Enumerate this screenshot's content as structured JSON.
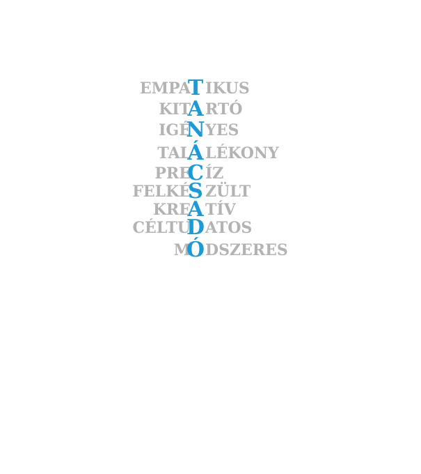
{
  "acrostic": {
    "rows": [
      {
        "pre": "EMPA",
        "key": "T",
        "post": "IKUS"
      },
      {
        "pre": "KIT",
        "key": "A",
        "post": "RTÓ"
      },
      {
        "pre": "IGÉ",
        "key": "N",
        "post": "YES"
      },
      {
        "pre": "TAL",
        "key": "Á",
        "post": "LÉKONY"
      },
      {
        "pre": "PRE",
        "key": "C",
        "post": "ÍZ"
      },
      {
        "pre": "FELKÉ",
        "key": "S",
        "post": "ZÜLT"
      },
      {
        "pre": "KRE",
        "key": "A",
        "post": "TÍV"
      },
      {
        "pre": "CÉLTU",
        "key": "D",
        "post": "ATOS"
      },
      {
        "pre": "M",
        "key": "Ó",
        "post": "DSZERES"
      }
    ],
    "colors": {
      "key": "#1a9ad6",
      "word": "#b3b3b3",
      "background": "#ffffff"
    }
  }
}
